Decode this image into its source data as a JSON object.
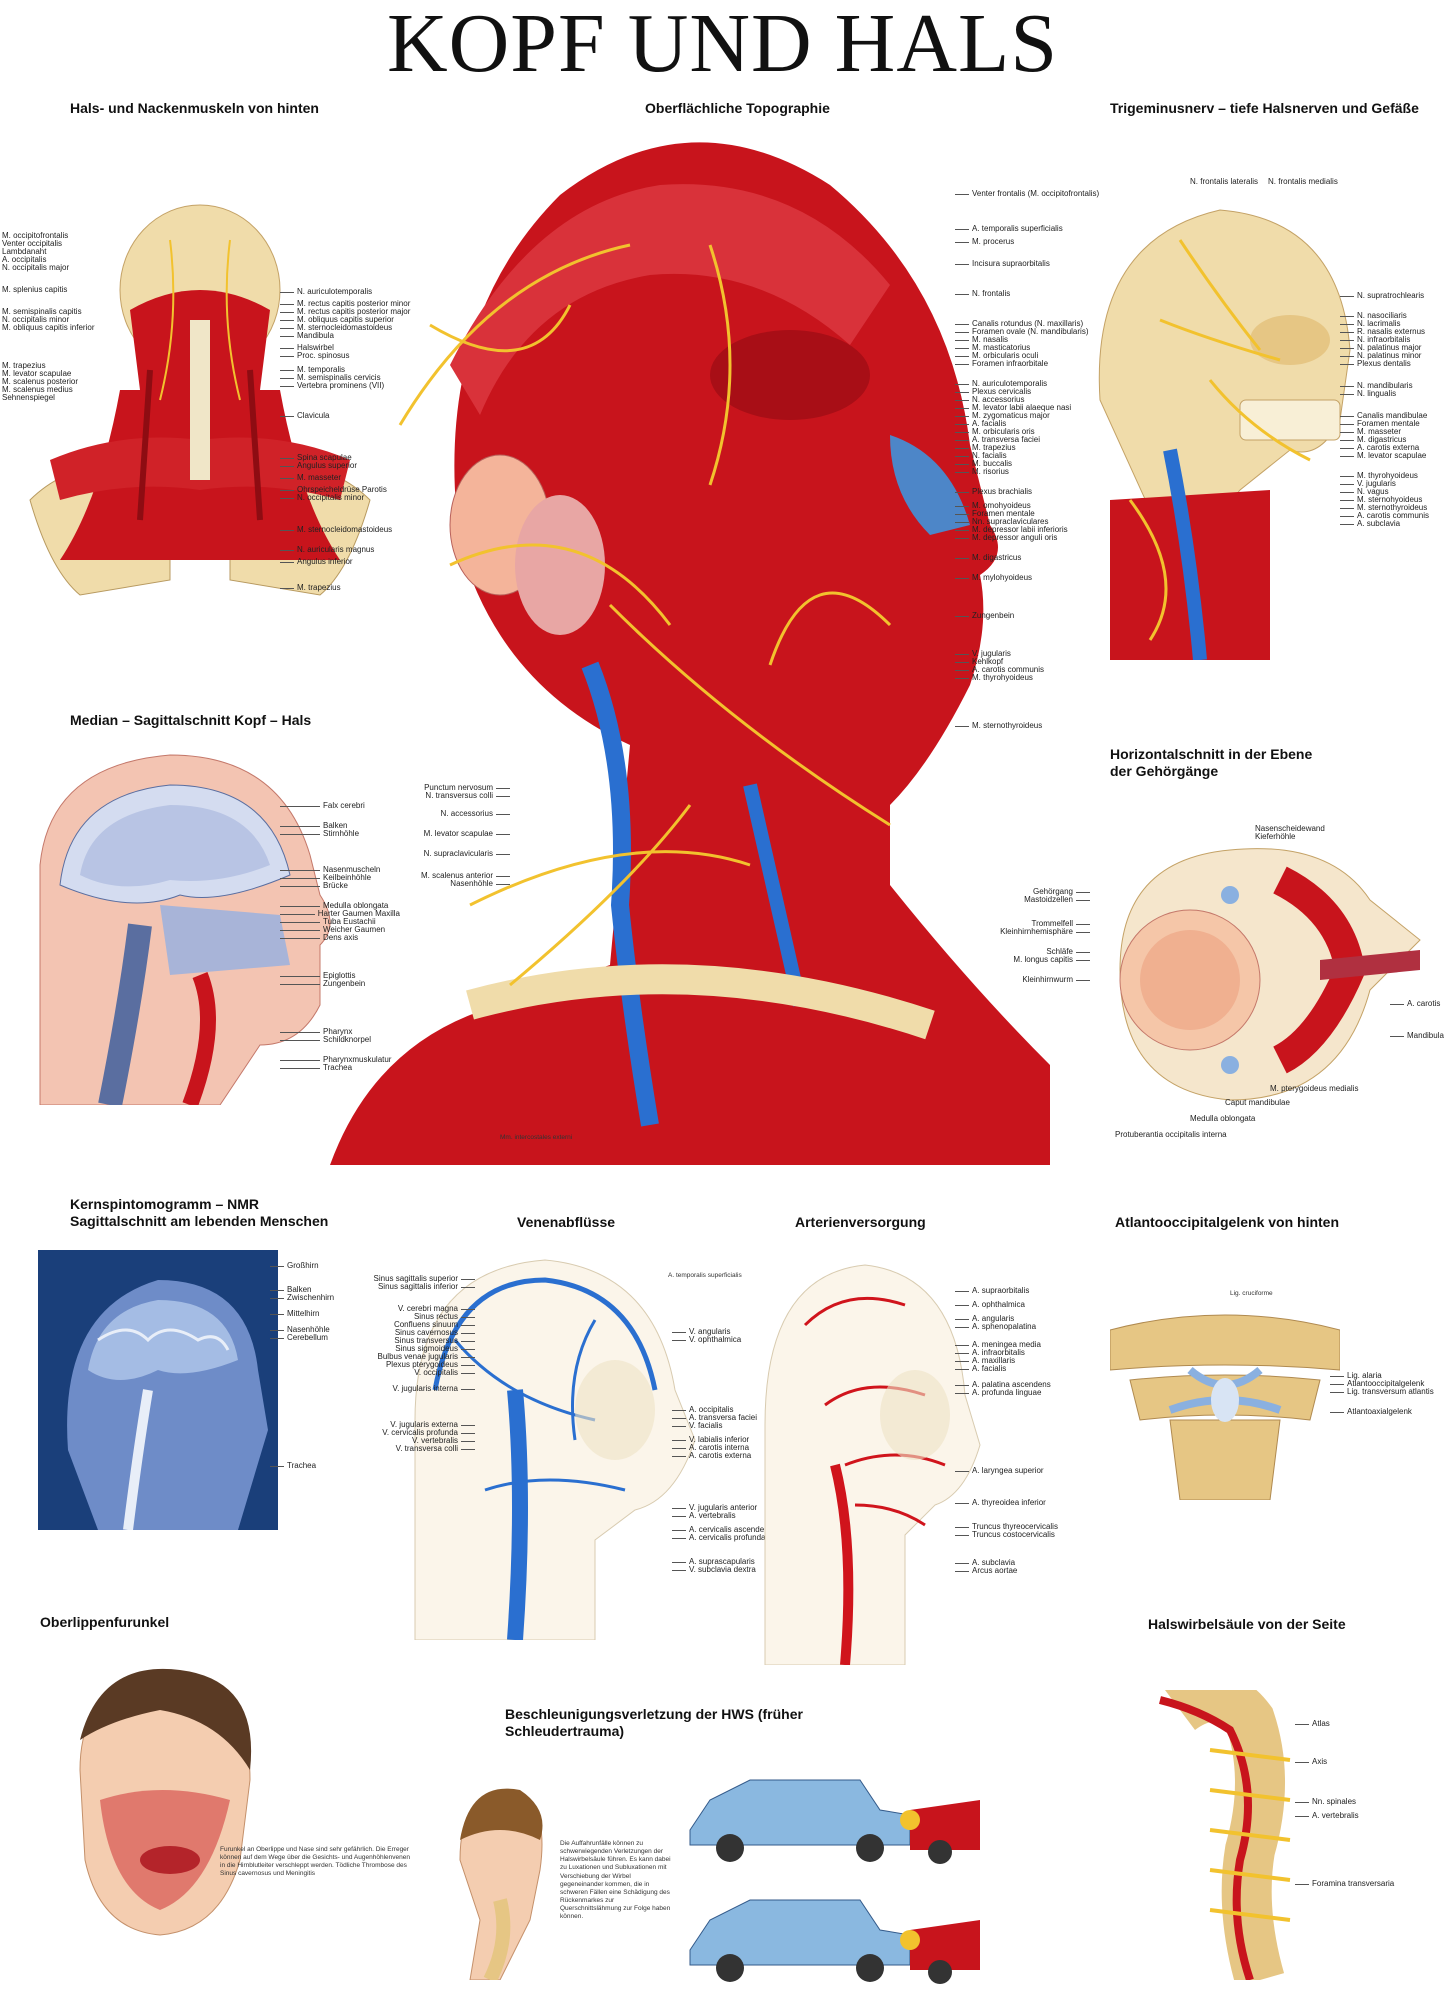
{
  "title": "KOPF UND HALS",
  "sections": {
    "neck_back": {
      "heading": "Hals- und Nackenmuskeln von hinten",
      "left_labels": [
        "M. occipitofrontalis",
        "Venter occipitalis",
        "Lambdanaht",
        "A. occipitalis",
        "N. occipitalis major",
        "M. splenius capitis",
        "M. semispinalis capitis",
        "N. occipitalis minor",
        "M. obliquus capitis inferior",
        "M. trapezius",
        "M. levator scapulae",
        "M. scalenus posterior",
        "M. scalenus medius",
        "Sehnenspiegel"
      ],
      "right_labels": [
        "N. auriculotemporalis",
        "M. rectus capitis posterior minor",
        "M. rectus capitis posterior major",
        "M. obliquus capitis superior",
        "M. sternocleidomastoideus",
        "Mandibula",
        "Halswirbel",
        "Proc. spinosus",
        "M. temporalis",
        "M. semispinalis cervicis",
        "Vertebra prominens (VII)",
        "Clavicula",
        "Spina scapulae",
        "Angulus superior",
        "M. masseter",
        "Ohrspeicheldrüse Parotis",
        "N. occipitalis minor",
        "M. sternocleidomastoideus",
        "N. auricularis magnus",
        "Angulus inferior",
        "M. trapezius"
      ]
    },
    "topography": {
      "heading": "Oberflächliche Topographie",
      "right_labels": [
        "Venter frontalis (M. occipitofrontalis)",
        "A. temporalis superficialis",
        "M. procerus",
        "Incisura supraorbitalis",
        "N. frontalis",
        "Canalis rotundus (N. maxillaris)",
        "Foramen ovale (N. mandibularis)",
        "M. nasalis",
        "M. masticatorius",
        "M. orbicularis oculi",
        "Foramen infraorbitale",
        "N. auriculotemporalis",
        "Plexus cervicalis",
        "N. accessorius",
        "M. levator labii alaeque nasi",
        "M. zygomaticus major",
        "A. facialis",
        "M. orbicularis oris",
        "A. transversa faciei",
        "M. trapezius",
        "N. facialis",
        "M. buccalis",
        "M. risorius",
        "Plexus brachialis",
        "M. omohyoideus",
        "Foramen mentale",
        "Nn. supraclaviculares",
        "M. depressor labii inferioris",
        "M. depressor anguli oris",
        "M. digastricus",
        "M. mylohyoideus",
        "Zungenbein",
        "V. jugularis",
        "Kehlkopf",
        "A. carotis communis",
        "M. thyrohyoideus",
        "M. sternothyroideus"
      ],
      "left_labels": [
        "Punctum nervosum",
        "N. transversus colli",
        "N. accessorius",
        "M. levator scapulae",
        "N. supraclavicularis",
        "M. scalenus anterior",
        "Nasenhöhle"
      ],
      "bottom_label": "Mm. intercostales externi"
    },
    "trigeminus": {
      "heading": "Trigeminusnerv – tiefe Halsnerven und Gefäße",
      "top_labels": [
        "N. frontalis lateralis",
        "N. frontalis medialis"
      ],
      "right_labels": [
        "N. supratrochlearis",
        "N. nasociliaris",
        "N. lacrimalis",
        "R. nasalis externus",
        "N. infraorbitalis",
        "N. palatinus major",
        "N. palatinus minor",
        "Plexus dentalis",
        "N. mandibularis",
        "N. lingualis",
        "Canalis mandibulae",
        "Foramen mentale",
        "M. masseter",
        "M. digastricus",
        "A. carotis externa",
        "M. levator scapulae",
        "M. thyrohyoideus",
        "V. jugularis",
        "N. vagus",
        "M. sternohyoideus",
        "M. sternothyroideus",
        "A. carotis communis",
        "A. subclavia"
      ]
    },
    "sagittal": {
      "heading": "Median – Sagittalschnitt  Kopf – Hals",
      "labels": [
        "Falx cerebri",
        "Balken",
        "Stirnhöhle",
        "Nasenmuscheln",
        "Keilbeinhöhle",
        "Brücke",
        "Medulla oblongata",
        "Harter Gaumen  Maxilla",
        "Tuba Eustachii",
        "Weicher Gaumen",
        "Dens axis",
        "Epiglottis",
        "Zungenbein",
        "Pharynx",
        "Schildknorpel",
        "Pharynxmuskulatur",
        "Trachea"
      ]
    },
    "horizontal": {
      "heading": "Horizontalschnitt in der Ebene der Gehörgänge",
      "labels": [
        "Nasenscheidewand",
        "Kieferhöhle"
      ],
      "left_labels": [
        "Gehörgang",
        "Mastoidzellen",
        "Trommelfell",
        "Kleinhirnhemisphäre",
        "Schläfe",
        "M. longus capitis",
        "Kleinhirnwurm"
      ],
      "right_labels": [
        "A. carotis",
        "Mandibula"
      ],
      "bottom_labels": [
        "M. pterygoideus medialis",
        "Caput mandibulae",
        "Medulla oblongata",
        "Protuberantia occipitalis interna"
      ]
    },
    "mri": {
      "heading": "Kernspintomogramm – NMR Sagittalschnitt am lebenden Menschen",
      "labels": [
        "Großhirn",
        "Balken",
        "Zwischenhirn",
        "Mittelhirn",
        "Nasenhöhle",
        "Cerebellum",
        "Trachea"
      ]
    },
    "veins": {
      "heading": "Venenabflüsse",
      "left_labels": [
        "Sinus sagittalis superior",
        "Sinus sagittalis inferior",
        "V. cerebri magna",
        "Sinus rectus",
        "Confluens sinuum",
        "Sinus cavernosus",
        "Sinus transversus",
        "Sinus sigmoideus",
        "Bulbus venae jugularis",
        "Plexus pterygoideus",
        "V. occipitalis",
        "V. jugularis interna",
        "V. jugularis externa",
        "V. cervicalis profunda",
        "V. vertebralis",
        "V. transversa colli"
      ],
      "right_labels": [
        "V. angularis",
        "V. ophthalmica",
        "A. occipitalis",
        "A. transversa faciei",
        "V. facialis",
        "V. labialis inferior",
        "A. carotis interna",
        "A. carotis externa",
        "V. jugularis anterior",
        "A. vertebralis",
        "A. cervicalis ascendens",
        "A. cervicalis profunda",
        "A. suprascapularis",
        "V. subclavia dextra"
      ]
    },
    "arteries": {
      "heading": "Arterienversorgung",
      "top_label": "A. temporalis superficialis",
      "right_labels": [
        "A. supraorbitalis",
        "A. ophthalmica",
        "A. angularis",
        "A. sphenopalatina",
        "A. meningea media",
        "A. infraorbitalis",
        "A. maxillaris",
        "A. facialis",
        "A. palatina ascendens",
        "A. profunda linguae",
        "A. laryngea superior",
        "A. thyreoidea inferior",
        "Truncus thyreocervicalis",
        "Truncus costocervicalis",
        "A. subclavia",
        "Arcus aortae"
      ]
    },
    "atlanto": {
      "heading": "Atlantooccipitalgelenk von hinten",
      "labels": [
        "Lig. cruciforme",
        "Lig. alaria",
        "Atlantooccipitalgelenk",
        "Lig. transversum atlantis",
        "Atlantoaxialgelenk"
      ]
    },
    "furunkel": {
      "heading": "Oberlippenfurunkel",
      "caption": "Furunkel an Oberlippe und Nase sind sehr gefährlich. Die Erreger können auf dem Wege über die Gesichts- und Augenhöhlenvenen in die Hirnblutleiter verschleppt werden. Tödliche Thrombose des Sinus cavernosus und Meningitis"
    },
    "whiplash": {
      "heading": "Beschleunigungsverletzung der HWS (früher Schleudertrauma)",
      "caption": "Die Auffahrunfälle können zu schwerwiegenden Verletzungen der Halswirbelsäule führen. Es kann dabei zu Luxationen und Subluxationen mit Verschiebung der Wirbel gegeneinander kommen, die in schweren Fällen eine Schädigung des Rückenmarkes zur Querschnittslähmung zur Folge haben können."
    },
    "spine": {
      "heading": "Halswirbelsäule von der Seite",
      "labels": [
        "Atlas",
        "Axis",
        "Nn. spinales",
        "A. vertebralis",
        "Foramina transversaria"
      ]
    }
  },
  "colors": {
    "muscle": "#c8141c",
    "muscle_dark": "#8e0c12",
    "bone": "#f0dcaa",
    "vein": "#2a6fd0",
    "nerve": "#f2c22e",
    "mri": "#1a3f7a"
  }
}
